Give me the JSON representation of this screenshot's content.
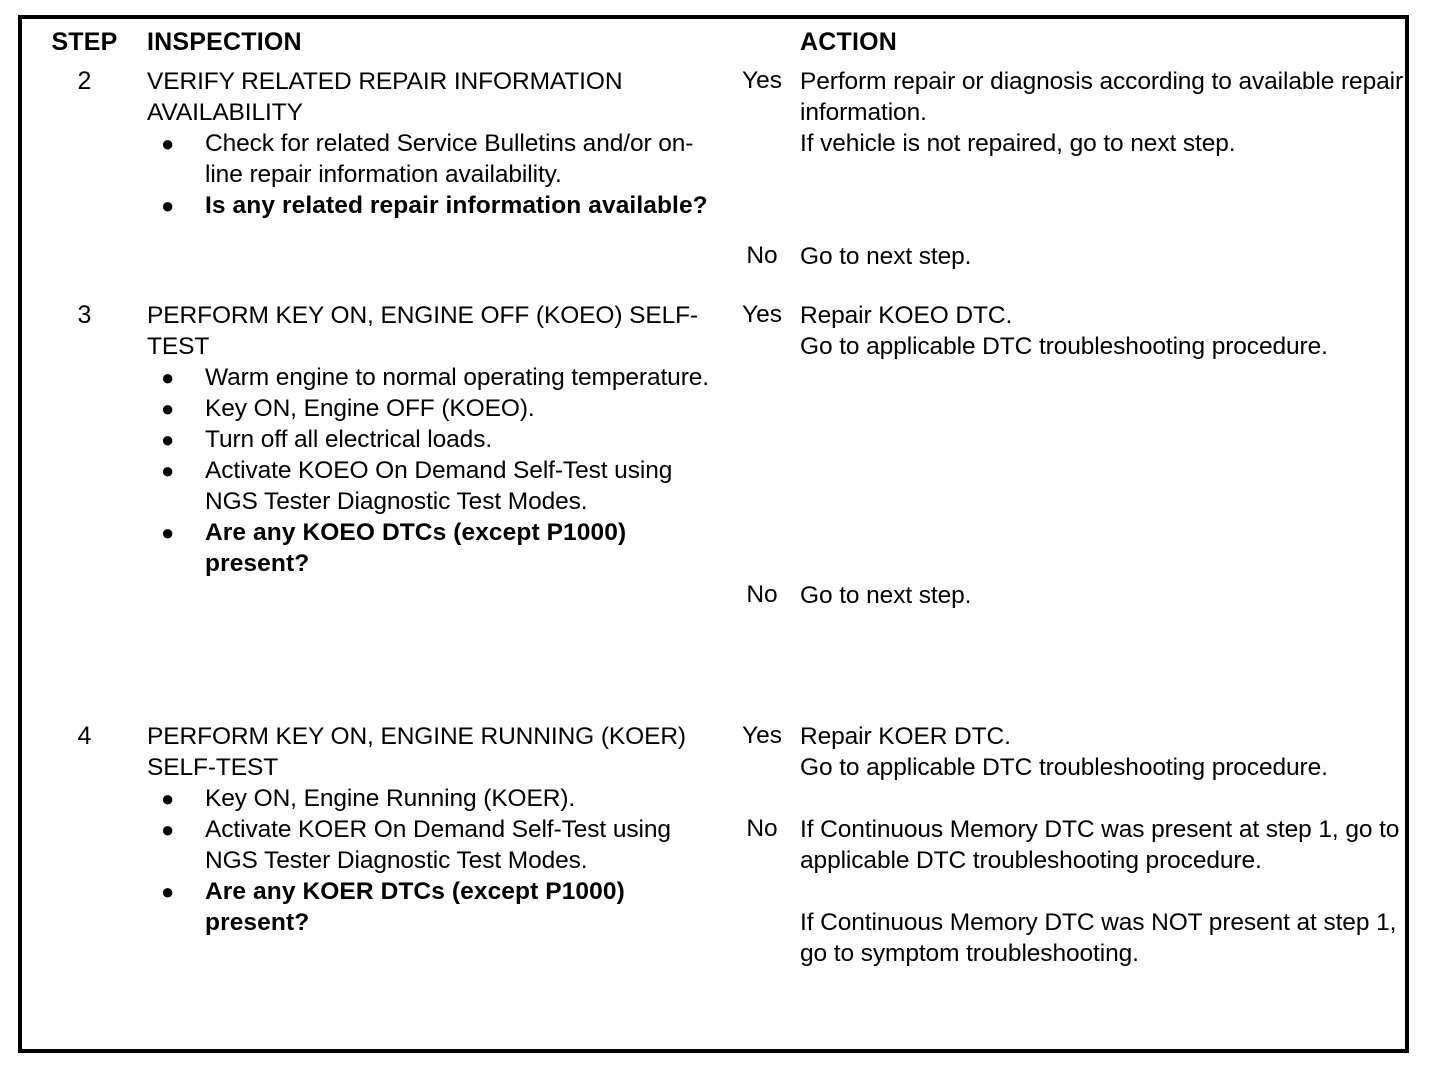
{
  "document": {
    "type": "diagnostic-routine-table",
    "columns": {
      "step": "STEP",
      "inspection": "INSPECTION",
      "result": "",
      "action": "ACTION"
    }
  },
  "rows": [
    {
      "step": "2",
      "inspection": {
        "title": "VERIFY RELATED REPAIR INFORMATION AVAILABILITY",
        "bullets": [
          {
            "text": "Check for related Service Bulletins and/or on-line repair information availability.",
            "bold": false
          },
          {
            "text": "Is any related repair information available?",
            "bold": true
          }
        ]
      },
      "outcomes": [
        {
          "result": "Yes",
          "lines": [
            "Perform repair or diagnosis according to available repair information.",
            "If vehicle is not repaired, go to next step."
          ]
        },
        {
          "result": "No",
          "lines": [
            "Go to next step."
          ]
        }
      ]
    },
    {
      "step": "3",
      "inspection": {
        "title": "PERFORM KEY ON, ENGINE OFF (KOEO) SELF-TEST",
        "bullets": [
          {
            "text": "Warm engine to normal operating temperature.",
            "bold": false
          },
          {
            "text": "Key ON, Engine OFF (KOEO).",
            "bold": false
          },
          {
            "text": "Turn off all electrical loads.",
            "bold": false
          },
          {
            "text": "Activate KOEO On Demand Self-Test using NGS Tester Diagnostic Test Modes.",
            "bold": false
          },
          {
            "text": "Are any KOEO DTCs (except P1000) present?",
            "bold": true
          }
        ]
      },
      "outcomes": [
        {
          "result": "Yes",
          "lines": [
            "Repair KOEO DTC.",
            "Go to applicable DTC troubleshooting procedure."
          ]
        },
        {
          "result": "No",
          "lines": [
            "Go to next step."
          ]
        }
      ]
    },
    {
      "step": "4",
      "inspection": {
        "title": "PERFORM KEY ON, ENGINE RUNNING (KOER) SELF-TEST",
        "bullets": [
          {
            "text": "Key ON, Engine Running (KOER).",
            "bold": false
          },
          {
            "text": "Activate KOER On Demand Self-Test using NGS Tester Diagnostic Test Modes.",
            "bold": false
          },
          {
            "text": "Are any KOER DTCs (except P1000) present?",
            "bold": true
          }
        ]
      },
      "outcomes": [
        {
          "result": "Yes",
          "lines": [
            "Repair KOER DTC.",
            "Go to applicable DTC troubleshooting procedure."
          ]
        },
        {
          "result": "No",
          "lines": [
            "If Continuous Memory DTC was present at step 1, go to applicable DTC troubleshooting procedure.",
            "If Continuous Memory DTC was NOT present at step 1, go to symptom troubleshooting."
          ]
        }
      ]
    }
  ],
  "style": {
    "bullet_glyph": "●",
    "ink_color": "#000000",
    "paper_color": "#ffffff"
  }
}
